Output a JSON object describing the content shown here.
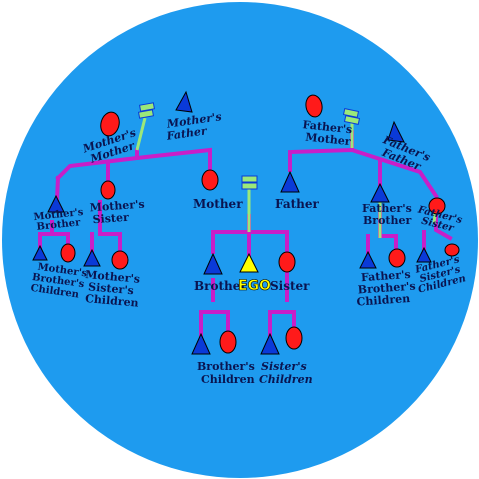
{
  "colors": {
    "background": "#1e9bef",
    "male": "#0a3ad8",
    "female": "#ff1a1a",
    "line": "#c81ec8",
    "marriage": "#9be87a",
    "ego": "#ffff00"
  },
  "labels": {
    "mothers_mother": [
      "Mother's",
      "Mother"
    ],
    "mothers_father": [
      "Mother's",
      "Father"
    ],
    "fathers_mother": [
      "Father's",
      "Mother"
    ],
    "fathers_father": [
      "Father's",
      "Father"
    ],
    "mothers_brother": [
      "Mother's",
      "Brother"
    ],
    "mothers_sister": [
      "Mother's",
      "Sister"
    ],
    "mother": "Mother",
    "father": "Father",
    "fathers_brother": [
      "Father's",
      "Brother"
    ],
    "fathers_sister": [
      "Father's",
      "Sister"
    ],
    "mothers_brothers_children": [
      "Mother's",
      "Brother's",
      "Children"
    ],
    "mothers_sisters_children": [
      "Mother's",
      "Sister's",
      "Children"
    ],
    "brother": "Brother",
    "ego": "EGO",
    "sister": "Sister",
    "fathers_brothers_children": [
      "Father's",
      "Brother's",
      "Children"
    ],
    "fathers_sisters_children": [
      "Father's",
      "Sister's",
      "Children"
    ],
    "brothers_children": [
      "Brother's",
      "Children"
    ],
    "sisters_children": [
      "Sister's",
      "Children"
    ]
  }
}
